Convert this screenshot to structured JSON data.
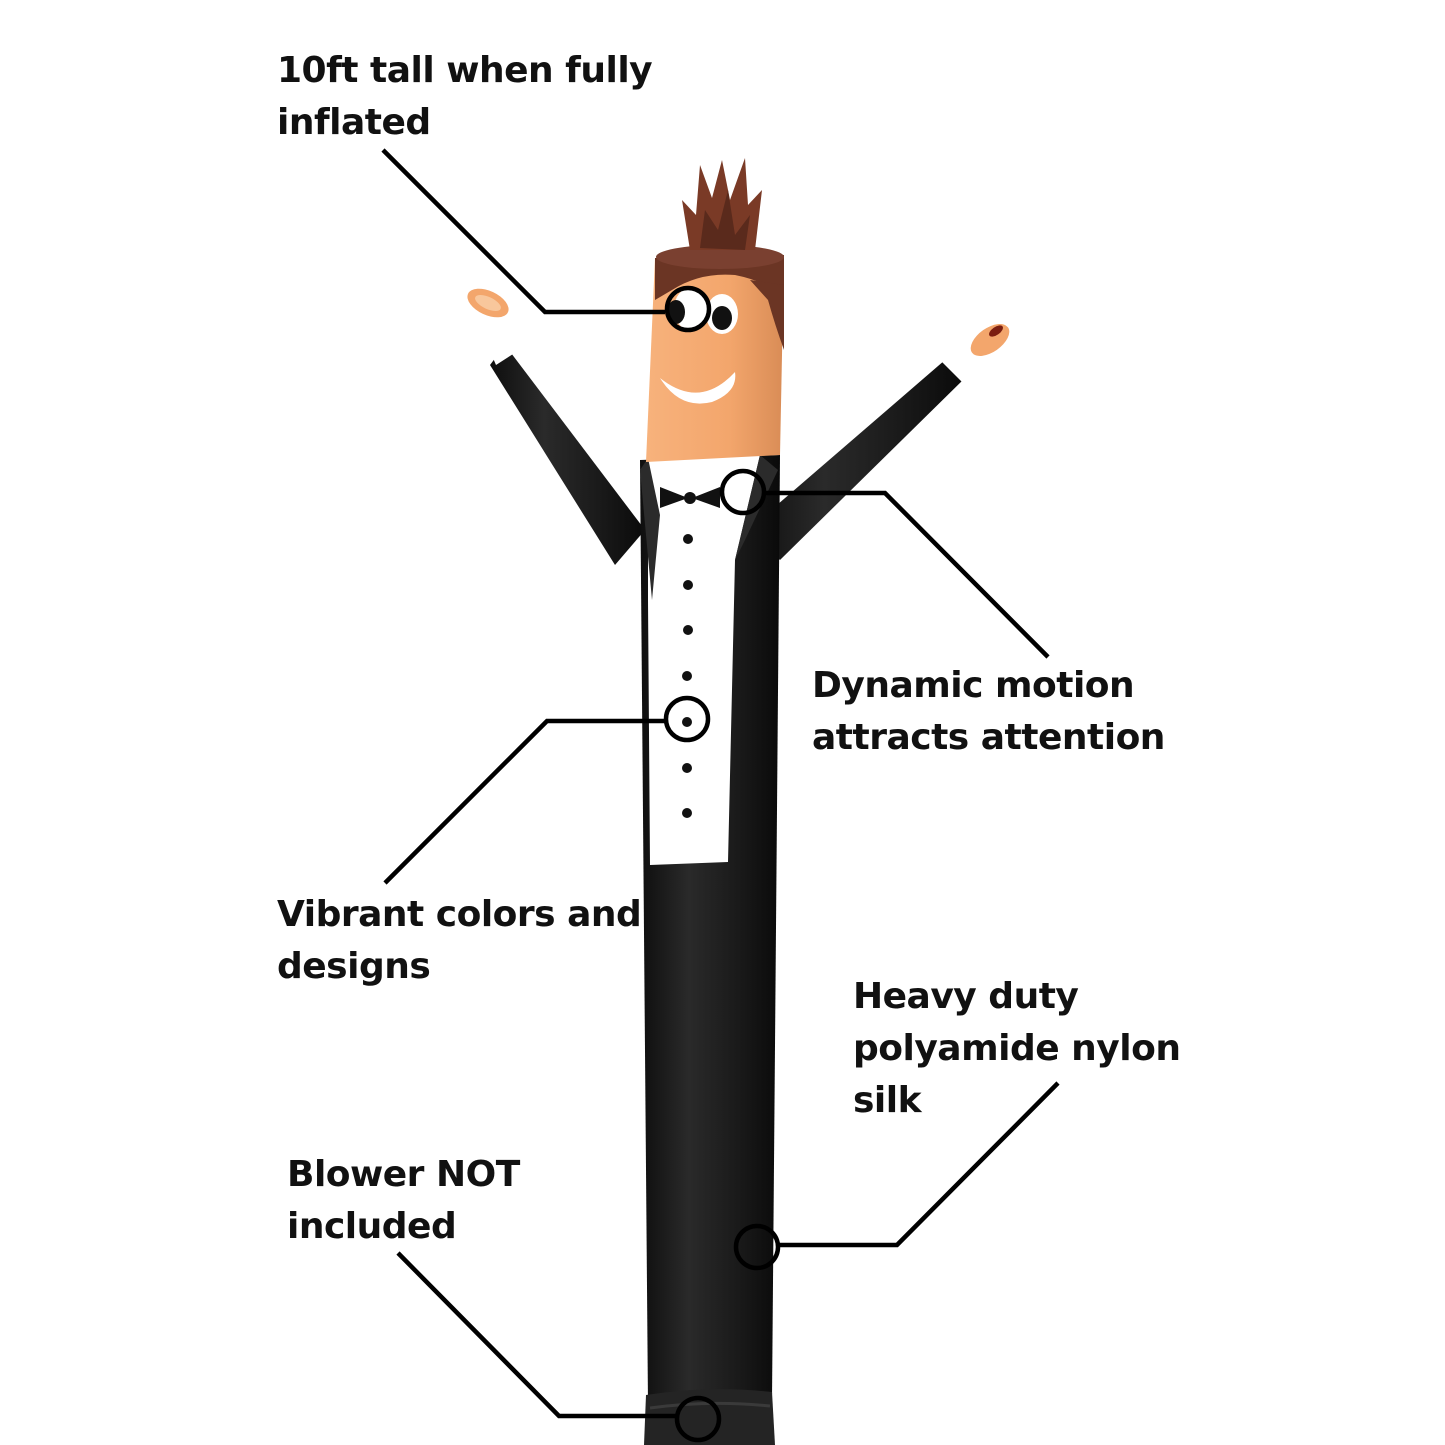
{
  "colors": {
    "text": "#111111",
    "suit": "#1b1b1b",
    "shirt": "#ffffff",
    "skin": "#f6b07a",
    "hair": "#6b3524",
    "callout_line": "#000000"
  },
  "figure": {
    "icon": "inflatable-tube-man-tuxedo"
  },
  "callouts": [
    {
      "lines": [
        "10ft tall when fully",
        "inflated"
      ]
    },
    {
      "lines": [
        "Dynamic motion",
        "attracts attention"
      ]
    },
    {
      "lines": [
        "Vibrant colors and",
        "designs"
      ]
    },
    {
      "lines": [
        "Heavy duty",
        "polyamide nylon",
        "silk"
      ]
    },
    {
      "lines": [
        "Blower NOT",
        "included"
      ]
    }
  ]
}
